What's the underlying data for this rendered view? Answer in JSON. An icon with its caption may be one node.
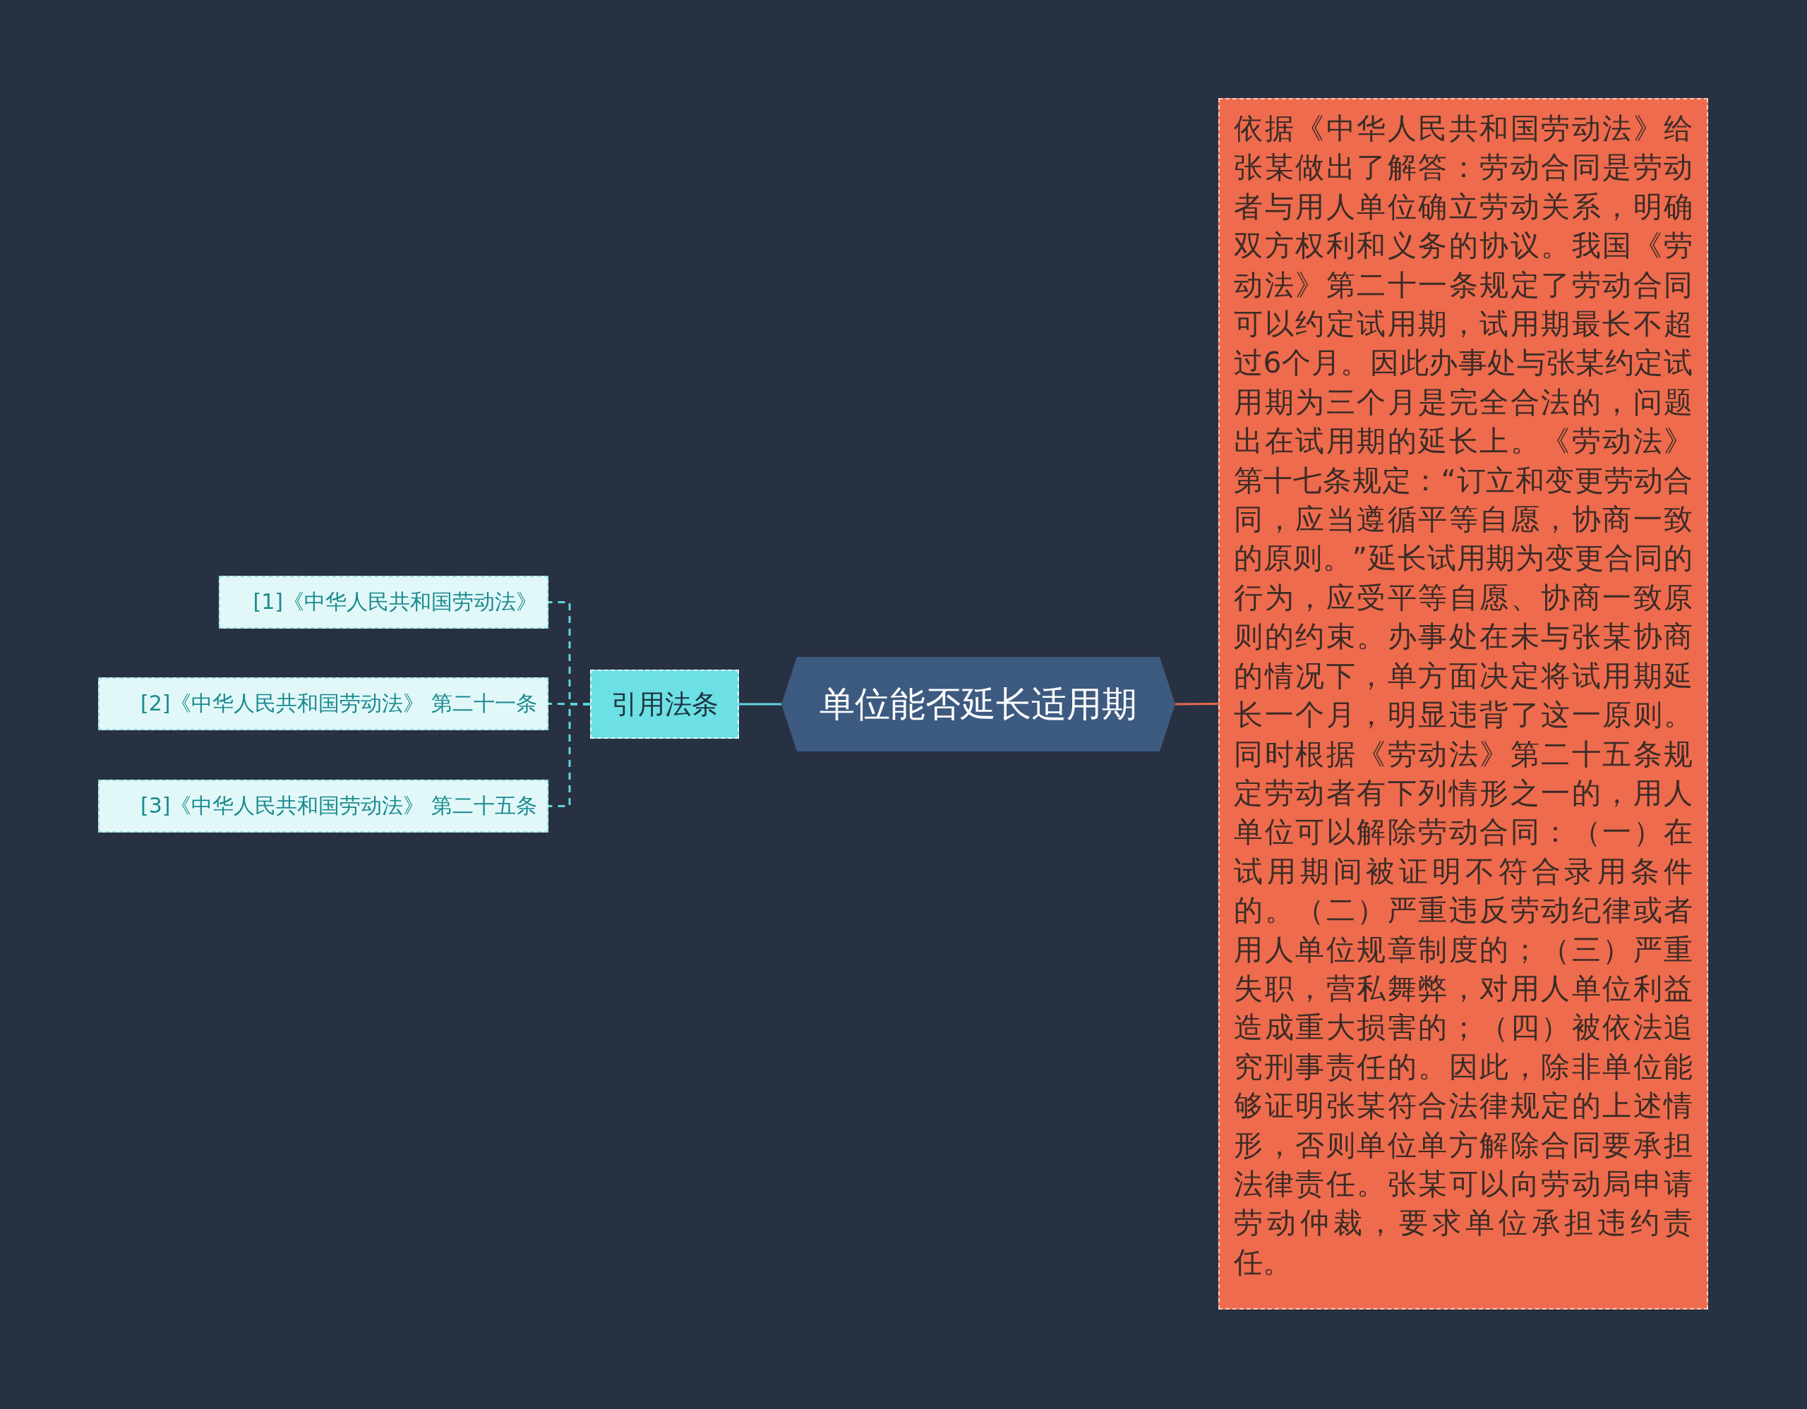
{
  "diagram": {
    "nodes": [
      {
        "text": [
          "单位能否延长适用期"
        ]
      },
      {
        "text": [
          "引用法条"
        ]
      },
      {
        "text": [
          "[1]《中华人民共和国劳动法》"
        ]
      },
      {
        "text": [
          "[2]《中华人民共和国劳动法》 第二十一条"
        ]
      },
      {
        "text": [
          "[3]《中华人民共和国劳动法》 第二十五条"
        ]
      },
      {
        "text": [
          "依据《中华人民共和国劳动法》给张某做出了解答：劳动合同是劳动者与用人单位确立劳动关系，明确双方权利和义务的协议。我国《劳动法》第二十一条规定了劳动合同可以约定试用期，试用期最长不超过6个月。因此办事处与张某约定试用期为三个月是完全合法的，问题出在试用期的延长上。《劳动法》第十七条规定：“订立和变更劳动合同，应当遵循平等自愿，协商一致的原则。”延长试用期为变更合同的行为，应受平等自愿、协商一致原则的约束。办事处在未与张某协商的情况下，单方面决定将试用期延长一个月，明显违背了这一原则。同时根据《劳动法》第二十五条规定劳动者有下列情形之一的，用人单位可以解除劳动合同：（一）在试用期间被证明不符合录用条件的。（二）严重违反劳动纪律或者用人单位规章制度的；（三）严重失职，营私舞弊，对用人单位利益造成重大损害的；（四）被依法追究刑事责任的。因此，除非单位能够证明张某符合法律规定的上述情形，否则单位单方解除合同要承担法律责任。张某可以向劳动局申请劳动仲裁，要求单位承担违约责任。"
        ]
      }
    ],
    "edges": [
      {
        "from": 0,
        "to": 1,
        "arrow": "none"
      },
      {
        "from": 1,
        "to": 2,
        "arrow": "none",
        "style": "dashed"
      },
      {
        "from": 1,
        "to": 3,
        "arrow": "none",
        "style": "dashed"
      },
      {
        "from": 1,
        "to": 4,
        "arrow": "none",
        "style": "dashed"
      },
      {
        "from": 0,
        "to": 5,
        "arrow": "none",
        "color": "#e8684a"
      }
    ]
  }
}
